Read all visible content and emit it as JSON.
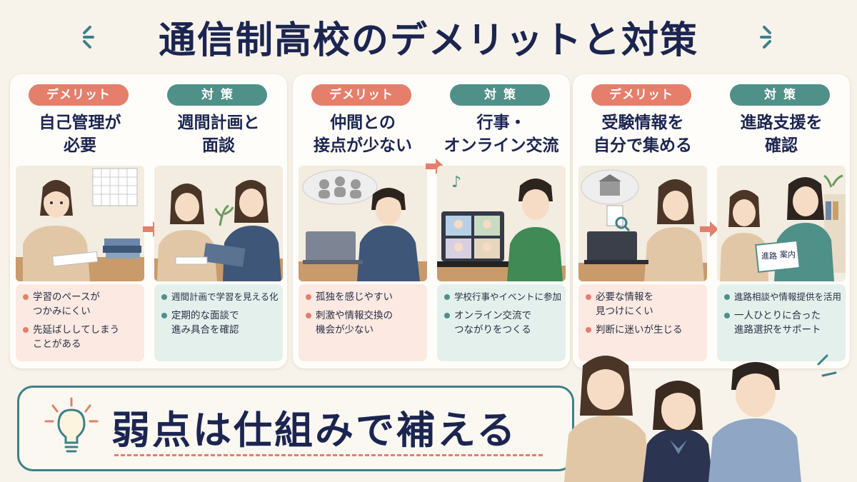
{
  "title": "通信制高校のデメリットと対策",
  "slogan": "弱点は仕組みで補える",
  "colors": {
    "navy": "#1b2550",
    "demerit": "#e57e6b",
    "measure": "#4f9089",
    "background": "#f8f3ea"
  },
  "panels": [
    {
      "demerit": {
        "tag": "デメリット",
        "heading_line1": "自己管理が",
        "heading_line2": "必要",
        "bullets": [
          {
            "line1": "学習のペースが",
            "line2": "つかみにくい"
          },
          {
            "line1": "先延ばししてしまう",
            "line2": "ことがある"
          }
        ]
      },
      "measure": {
        "tag": "対策",
        "heading_line1": "週間計画と",
        "heading_line2": "面談",
        "bullets": [
          {
            "line1": "週間計画で学習を見える化",
            "line2": ""
          },
          {
            "line1": "定期的な面談で",
            "line2": "進み具合を確認"
          }
        ]
      }
    },
    {
      "demerit": {
        "tag": "デメリット",
        "heading_line1": "仲間との",
        "heading_line2": "接点が少ない",
        "bullets": [
          {
            "line1": "孤独を感じやすい",
            "line2": ""
          },
          {
            "line1": "刺激や情報交換の",
            "line2": "機会が少ない"
          }
        ]
      },
      "measure": {
        "tag": "対策",
        "heading_line1": "行事・",
        "heading_line2": "オンライン交流",
        "bullets": [
          {
            "line1": "学校行事やイベントに参加",
            "line2": ""
          },
          {
            "line1": "オンライン交流で",
            "line2": "つながりをつくる"
          }
        ]
      }
    },
    {
      "demerit": {
        "tag": "デメリット",
        "heading_line1": "受験情報を",
        "heading_line2": "自分で集める",
        "bullets": [
          {
            "line1": "必要な情報を",
            "line2": "見つけにくい"
          },
          {
            "line1": "判断に迷いが生じる",
            "line2": ""
          }
        ]
      },
      "measure": {
        "tag": "対策",
        "heading_line1": "進路支援を",
        "heading_line2": "確認",
        "bullets": [
          {
            "line1": "進路相談や情報提供を活用",
            "line2": ""
          },
          {
            "line1": "一人ひとりに合った",
            "line2": "進路選択をサポート"
          }
        ]
      }
    }
  ],
  "illustration_text": {
    "booklet_word1": "進路",
    "booklet_word2": "案内"
  }
}
